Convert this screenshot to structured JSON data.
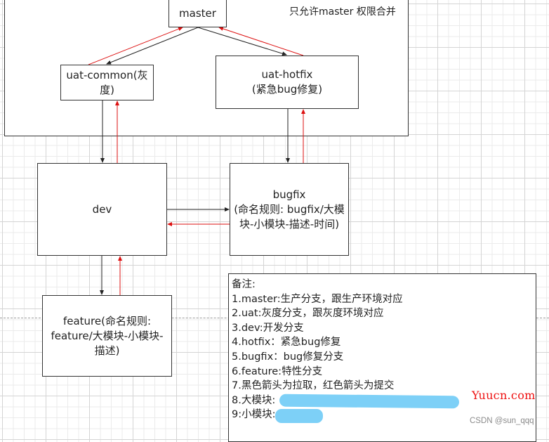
{
  "diagram": {
    "frame_label": "只允许master 权限合并",
    "nodes": {
      "master": "master",
      "uat_common": "uat-common(灰度)",
      "uat_hotfix_line1": "uat-hotfix",
      "uat_hotfix_line2": "(紧急bug修复)",
      "dev": "dev",
      "bugfix_line1": "bugfix",
      "bugfix_line2": "(命名规则: bugfix/大模块-小模块-描述-时间)",
      "feature": "feature(命名规则: feature/大模块-小模块-描述)"
    },
    "edges": [
      {
        "from": "master",
        "to": "uat-common",
        "type": "pull",
        "color": "#222222"
      },
      {
        "from": "uat-common",
        "to": "master",
        "type": "commit",
        "color": "#dd1111"
      },
      {
        "from": "master",
        "to": "uat-hotfix",
        "type": "pull",
        "color": "#222222"
      },
      {
        "from": "uat-hotfix",
        "to": "master",
        "type": "commit",
        "color": "#dd1111"
      },
      {
        "from": "uat-common",
        "to": "dev",
        "type": "pull",
        "color": "#222222"
      },
      {
        "from": "dev",
        "to": "uat-common",
        "type": "commit",
        "color": "#dd1111"
      },
      {
        "from": "uat-hotfix",
        "to": "bugfix",
        "type": "pull",
        "color": "#222222"
      },
      {
        "from": "bugfix",
        "to": "uat-hotfix",
        "type": "commit",
        "color": "#dd1111"
      },
      {
        "from": "dev",
        "to": "bugfix",
        "type": "pull",
        "color": "#222222"
      },
      {
        "from": "bugfix",
        "to": "dev",
        "type": "commit",
        "color": "#dd1111"
      },
      {
        "from": "dev",
        "to": "feature",
        "type": "pull",
        "color": "#222222"
      },
      {
        "from": "feature",
        "to": "dev",
        "type": "commit",
        "color": "#dd1111"
      }
    ]
  },
  "notes": {
    "title": "备注:",
    "items": [
      "1.master:生产分支，跟生产环境对应",
      "2.uat:灰度分支，跟灰度环境对应",
      "3.dev:开发分支",
      "4.hotfix：紧急bug修复",
      "5.bugfix：bug修复分支",
      "6.feature:特性分支",
      "7.黑色箭头为拉取，红色箭头为提交",
      "8.大模块:",
      "9:小模块:"
    ]
  },
  "watermarks": {
    "site": "Yuucn.com",
    "author": "CSDN @sun_qqq"
  }
}
